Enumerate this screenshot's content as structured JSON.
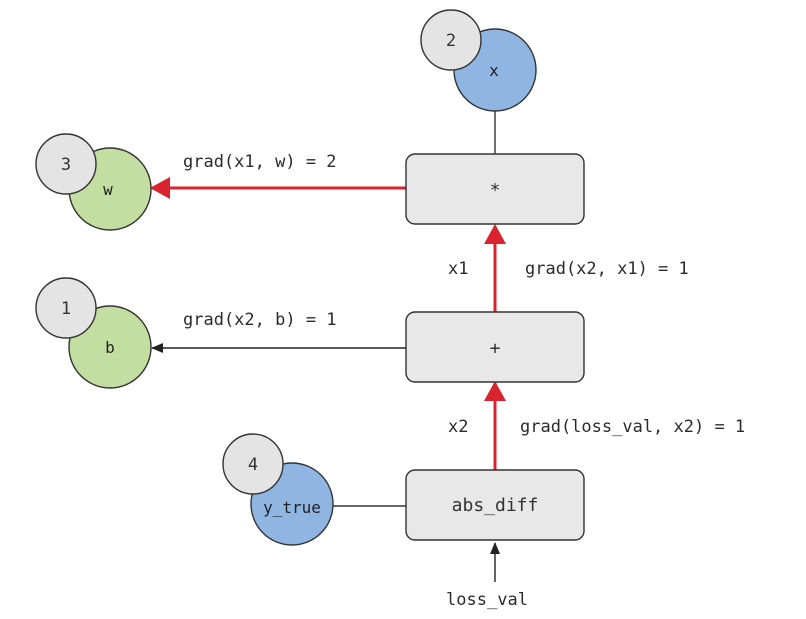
{
  "nodes": {
    "x": {
      "label": "x",
      "badge": "2",
      "color": "#8fb6e3"
    },
    "w": {
      "label": "w",
      "badge": "3",
      "color": "#c2dea0"
    },
    "b": {
      "label": "b",
      "badge": "1",
      "color": "#c2dea0"
    },
    "y_true": {
      "label": "y_true",
      "badge": "4",
      "color": "#8fb6e3"
    }
  },
  "ops": {
    "mul": {
      "label": "*"
    },
    "add": {
      "label": "+"
    },
    "abs_diff": {
      "label": "abs_diff"
    }
  },
  "edges": {
    "x1": {
      "label": "x1"
    },
    "x2": {
      "label": "x2"
    },
    "loss_val": {
      "label": "loss_val"
    }
  },
  "gradients": {
    "x1_w": "grad(x1, w) = 2",
    "x2_x1": "grad(x2, x1) = 1",
    "x2_b": "grad(x2, b) = 1",
    "loss_x2": "grad(loss_val, x2) = 1"
  },
  "colors": {
    "badge": "#e4e4e4",
    "op_box": "#e8e8e8",
    "highlight_arrow": "#d9232e",
    "plain_arrow": "#333333"
  }
}
